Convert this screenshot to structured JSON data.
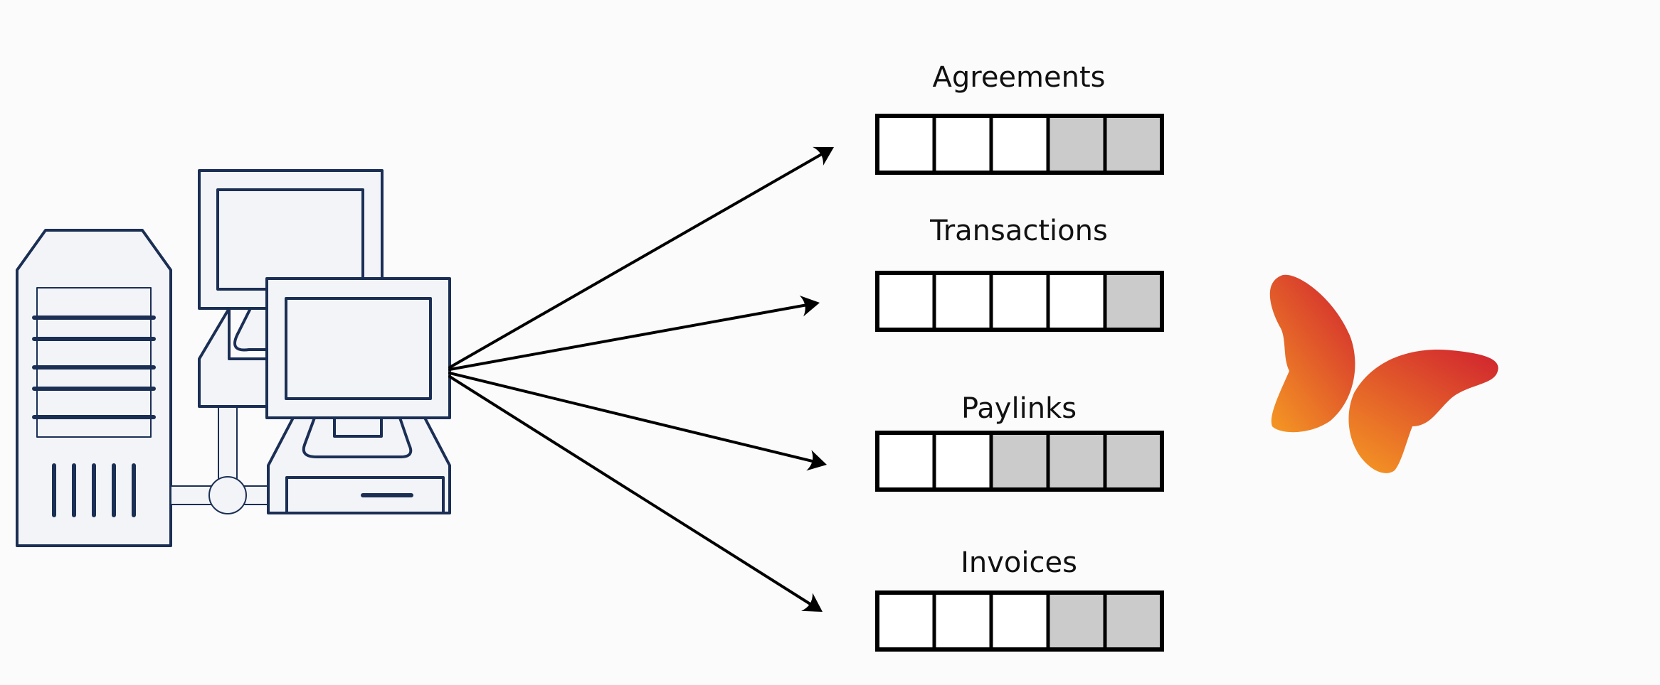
{
  "colors": {
    "background": "#fbfbfb",
    "machine_stroke": "#1b2f55",
    "machine_fill": "#f2f4f7",
    "arrow": "#000000",
    "slot_empty": "#ffffff",
    "slot_filled": "#cbcbcb",
    "logo_gradient": [
      "#d2292f",
      "#f39224"
    ]
  },
  "source": {
    "icon": "server-and-computers-icon"
  },
  "logo": {
    "icon": "butterfly-logo-icon"
  },
  "queues": [
    {
      "label": "Agreements",
      "slots": 5,
      "filled_slots": 2
    },
    {
      "label": "Transactions",
      "slots": 5,
      "filled_slots": 1
    },
    {
      "label": "Paylinks",
      "slots": 5,
      "filled_slots": 3
    },
    {
      "label": "Invoices",
      "slots": 5,
      "filled_slots": 2
    }
  ]
}
